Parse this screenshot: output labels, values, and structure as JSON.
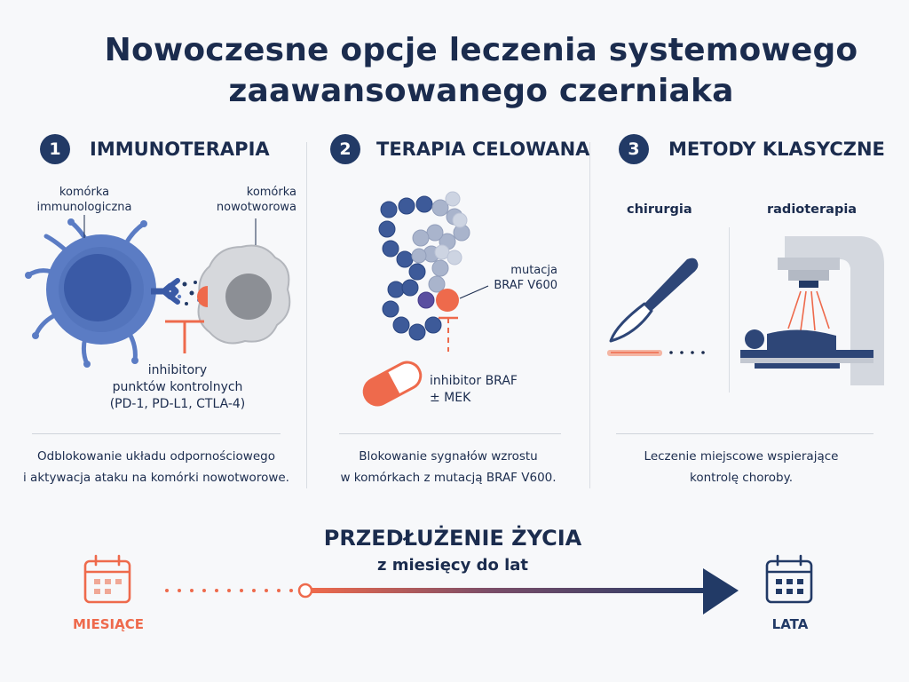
{
  "title": {
    "line1": "Nowoczesne opcje leczenia systemowego",
    "line2": "zaawansowanego czerniaka"
  },
  "sections": [
    {
      "number": "1",
      "title": "IMMUNOTERAPIA",
      "labels": {
        "immune_cell": [
          "komórka",
          "immunologiczna"
        ],
        "tumor_cell": [
          "komórka",
          "nowotworowa"
        ],
        "inhibitors": [
          "inhibitory",
          "punktów kontrolnych",
          "(PD-1, PD-L1, CTLA-4)"
        ]
      },
      "description": [
        "Odblokowanie układu odpornościowego",
        "i aktywacja ataku na komórki nowotworowe."
      ]
    },
    {
      "number": "2",
      "title": "TERAPIA CELOWANA",
      "labels": {
        "mutation": [
          "mutacja",
          "BRAF V600"
        ],
        "inhibitor": [
          "inhibitor BRAF",
          "± MEK"
        ]
      },
      "description": [
        "Blokowanie sygnałów wzrostu",
        "w komórkach z mutacją BRAF V600."
      ]
    },
    {
      "number": "3",
      "title": "METODY KLASYCZNE",
      "labels": {
        "surgery": "chirurgia",
        "radiotherapy": "radioterapia"
      },
      "description": [
        "Leczenie miejscowe wspierające",
        "kontrolę choroby."
      ]
    }
  ],
  "timeline": {
    "heading": "PRZEDŁUŻENIE ŻYCIA",
    "subheading": "z miesięcy do lat",
    "start_label": "MIESIĄCE",
    "end_label": "LATA",
    "icons": [
      "calendar-icon",
      "calendar-icon"
    ]
  },
  "colors": {
    "navy": "#223a66",
    "blue": "#5b7cc4",
    "orange": "#ee6a4c",
    "gray": "#c9ccd2"
  }
}
